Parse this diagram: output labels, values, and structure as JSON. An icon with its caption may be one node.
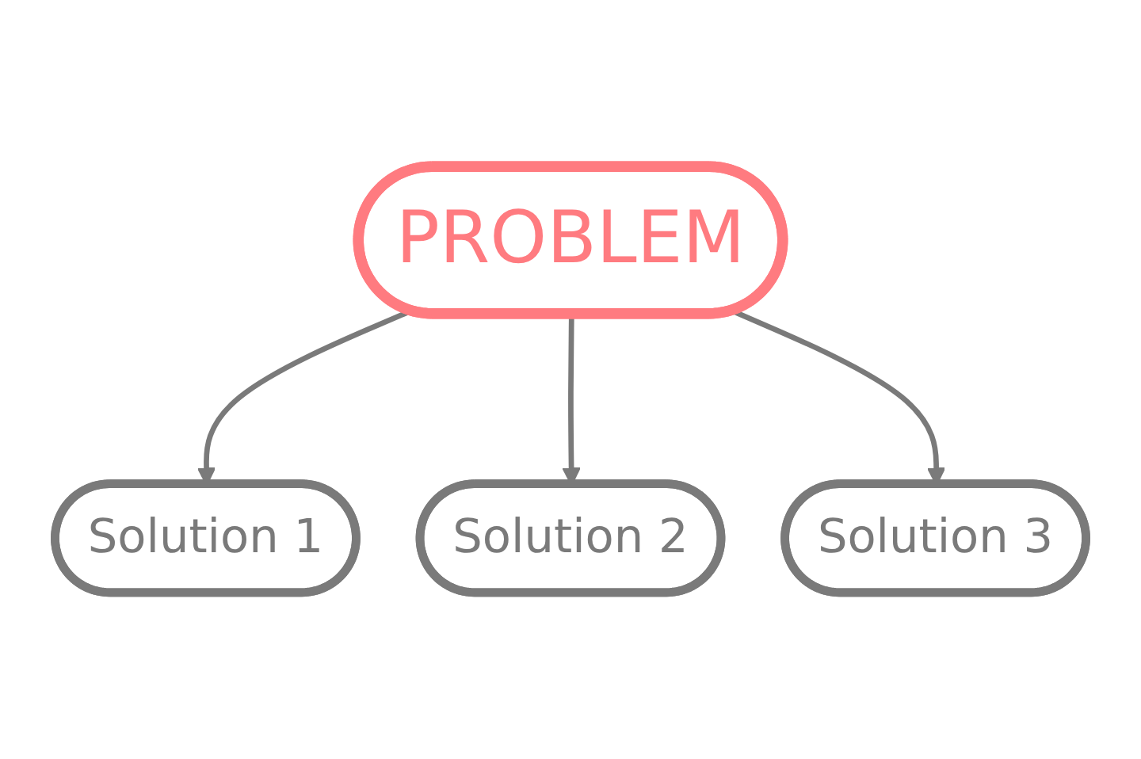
{
  "diagram": {
    "nodes": [
      {
        "text": [
          "PROBLEM"
        ]
      },
      {
        "text": [
          "Solution 1"
        ]
      },
      {
        "text": [
          "Solution 2"
        ]
      },
      {
        "text": [
          "Solution 3"
        ]
      }
    ],
    "edges": [
      {
        "from": 0,
        "to": 1,
        "arrow": "to"
      },
      {
        "from": 0,
        "to": 2,
        "arrow": "to"
      },
      {
        "from": 0,
        "to": 3,
        "arrow": "to"
      }
    ]
  }
}
